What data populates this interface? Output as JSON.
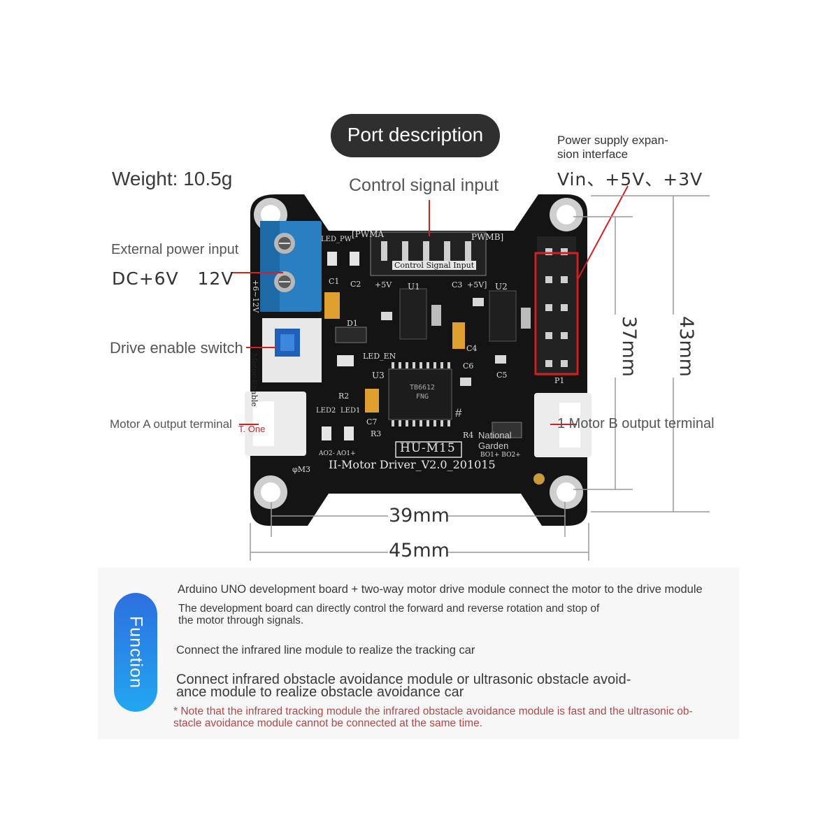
{
  "header": {
    "title": "Port description"
  },
  "weight": "Weight: 10.5g",
  "labels": {
    "control_signal_input": "Control signal input",
    "power_expansion_line1": "Power supply expan-",
    "power_expansion_line2": "sion interface",
    "power_expansion_voltages": "Vin、+5V、+3V",
    "external_power_input": "External power input",
    "external_power_voltage": "DC+6V   12V",
    "drive_enable_switch": "Drive enable switch",
    "motor_a_output": "Motor A output terminal",
    "motor_b_output": "1 Motor B output terminal",
    "overlay_t_one": "T. One",
    "overlay_national": "National",
    "overlay_garden": "Garden",
    "overlay_hash": "#"
  },
  "dimensions": {
    "width_inner": "39mm",
    "width_outer": "45mm",
    "height_inner": "37mm",
    "height_outer": "43mm"
  },
  "board_silkscreen": {
    "model": "HU-M15",
    "name": "II-Motor Driver_V2.0_201015",
    "control_signal": "Control Signal Input",
    "pwma": "[PWMA",
    "pwmb": "PWMB]",
    "led_pw": "LED_PW",
    "led_en": "LED_EN",
    "led2": "LED2",
    "led1": "LED1",
    "chip": "TB6612 FNG",
    "u1": "U1",
    "u2": "U2",
    "u3": "U3",
    "p1": "P1",
    "c1": "C1",
    "c2": "C2",
    "c3": "C3",
    "c4": "C4",
    "c5": "C5",
    "c6": "C6",
    "c7": "C7",
    "d1": "D1",
    "r2": "R2",
    "r3": "R3",
    "r4": "R4",
    "plus5v_left": "+5V",
    "plus5v_right": "+5V]",
    "motor_enable": "Motor-Enable",
    "power_label": "+6~12V",
    "ao2_ao1": "AO2- AO1+",
    "bo1_bo2": "BO1+ BO2+",
    "phi": "φM3"
  },
  "function_panel": {
    "pill_label": "Function",
    "line1": "Arduino UNO development board + two-way motor drive module connect the motor to the drive module",
    "line2a": "The development board can directly control the forward and reverse rotation and stop of",
    "line2b": "the motor through signals.",
    "line3": "Connect the infrared line module to realize the tracking car",
    "line4a": "Connect infrared obstacle avoidance module or ultrasonic obstacle avoid-",
    "line4b": "ance module to realize obstacle avoidance car",
    "note_a": "* Note that the infrared tracking module the infrared obstacle avoidance module is fast and the ultrasonic ob-",
    "note_b": "stacle avoidance module cannot be connected at the same time."
  },
  "colors": {
    "pcb": "#151515",
    "accent_red": "#d42020",
    "terminal_blue": "#2a7fc2",
    "function_pill_top": "#2d6fe0",
    "function_pill_bottom": "#23a6f0",
    "note_text": "#b04848"
  }
}
